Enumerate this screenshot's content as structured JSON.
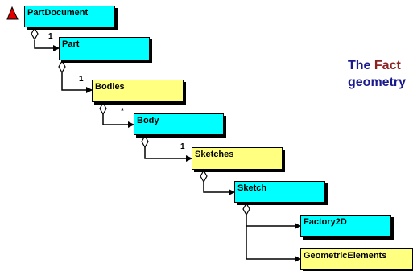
{
  "nodes": {
    "part_document": "PartDocument",
    "part": "Part",
    "bodies": "Bodies",
    "body": "Body",
    "sketches": "Sketches",
    "sketch": "Sketch",
    "factory2d": "Factory2D",
    "geometric_elements": "GeometricElements"
  },
  "multiplicities": {
    "part_document_part": "1",
    "part_bodies": "1",
    "bodies_body": "*",
    "body_sketches": "1"
  },
  "side_text": {
    "line1_prefix": "The ",
    "line1_highlight": "Fact",
    "line2": "geometry"
  },
  "colors": {
    "root_icon": "#e00000",
    "class_box": "#00ffff",
    "collection_box": "#ffff80",
    "text_blue": "#1a1a8c",
    "text_red": "#8b2323"
  }
}
